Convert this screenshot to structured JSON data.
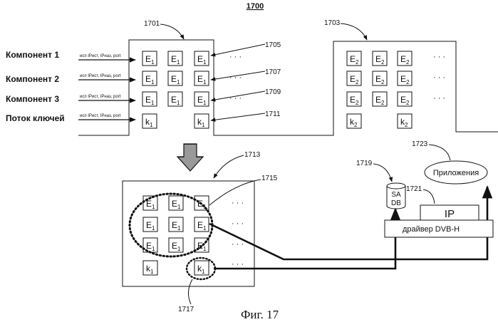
{
  "figure_number": "1700",
  "caption": "Фиг. 17",
  "refs": {
    "r1701": "1701",
    "r1703": "1703",
    "r1705": "1705",
    "r1707": "1707",
    "r1709": "1709",
    "r1711": "1711",
    "r1713": "1713",
    "r1715": "1715",
    "r1717": "1717",
    "r1719": "1719",
    "r1721": "1721",
    "r1723": "1723"
  },
  "rows": [
    {
      "label": "Компонент 1",
      "tag": "исп IPист, IPназ, port"
    },
    {
      "label": "Компонент 2",
      "tag": "исп IPист, IPназ, port"
    },
    {
      "label": "Компонент 3",
      "tag": "исп IPист, IPназ, port"
    },
    {
      "label": "Поток ключей",
      "tag": "исп IPист, IPназ, port"
    }
  ],
  "cells": {
    "e1": "E",
    "e2": "E",
    "k": "k",
    "sub1": "1",
    "sub2": "2"
  },
  "ellipsis": "· · ·",
  "right": {
    "sa_db_line1": "SA",
    "sa_db_line2": "DB",
    "ip_label": "IP",
    "driver_label": "драйвер DVB-H",
    "apps_label": "Приложения"
  }
}
